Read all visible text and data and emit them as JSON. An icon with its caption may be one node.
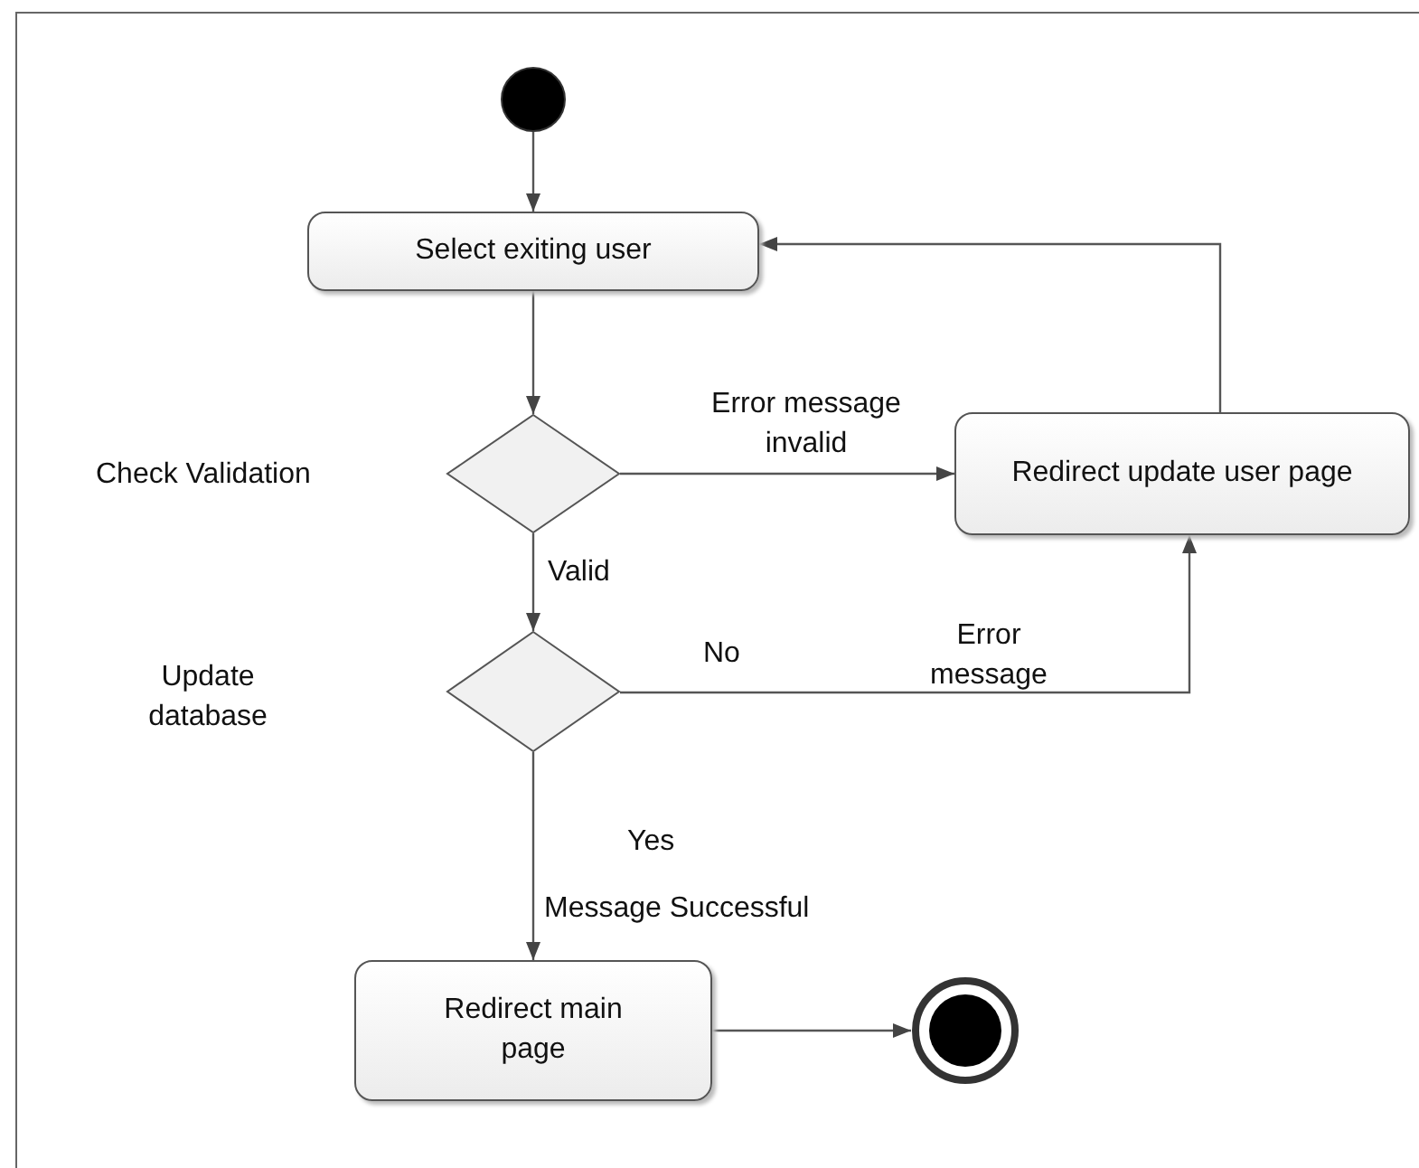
{
  "diagram": {
    "nodes": [
      {
        "text": [],
        "shape": "circle"
      },
      {
        "text": [
          "Select exiting user"
        ]
      },
      {
        "text": [],
        "shape": "diamond"
      },
      {
        "text": [
          "Redirect update user page"
        ]
      },
      {
        "text": [],
        "shape": "diamond"
      },
      {
        "text": [
          "Redirect main page"
        ]
      },
      {
        "text": [],
        "shape": "bullseye"
      }
    ],
    "edges": [
      {
        "from": 0,
        "to": 1,
        "arrow": "to"
      },
      {
        "from": 1,
        "to": 2,
        "arrow": "to"
      },
      {
        "from": 2,
        "to": 3,
        "arrow": "to",
        "label": "Error message invalid"
      },
      {
        "from": 3,
        "to": 1,
        "arrow": "to"
      },
      {
        "from": 2,
        "to": 4,
        "arrow": "to",
        "label": "Valid"
      },
      {
        "from": 4,
        "to": 3,
        "arrow": "to",
        "label": "No"
      },
      {
        "from": 4,
        "to": 5,
        "arrow": "to",
        "label": "Yes"
      },
      {
        "from": 5,
        "to": 6,
        "arrow": "to"
      }
    ],
    "labels": [
      "Check Validation",
      "Error message",
      "Update database",
      "Message Successful"
    ]
  }
}
